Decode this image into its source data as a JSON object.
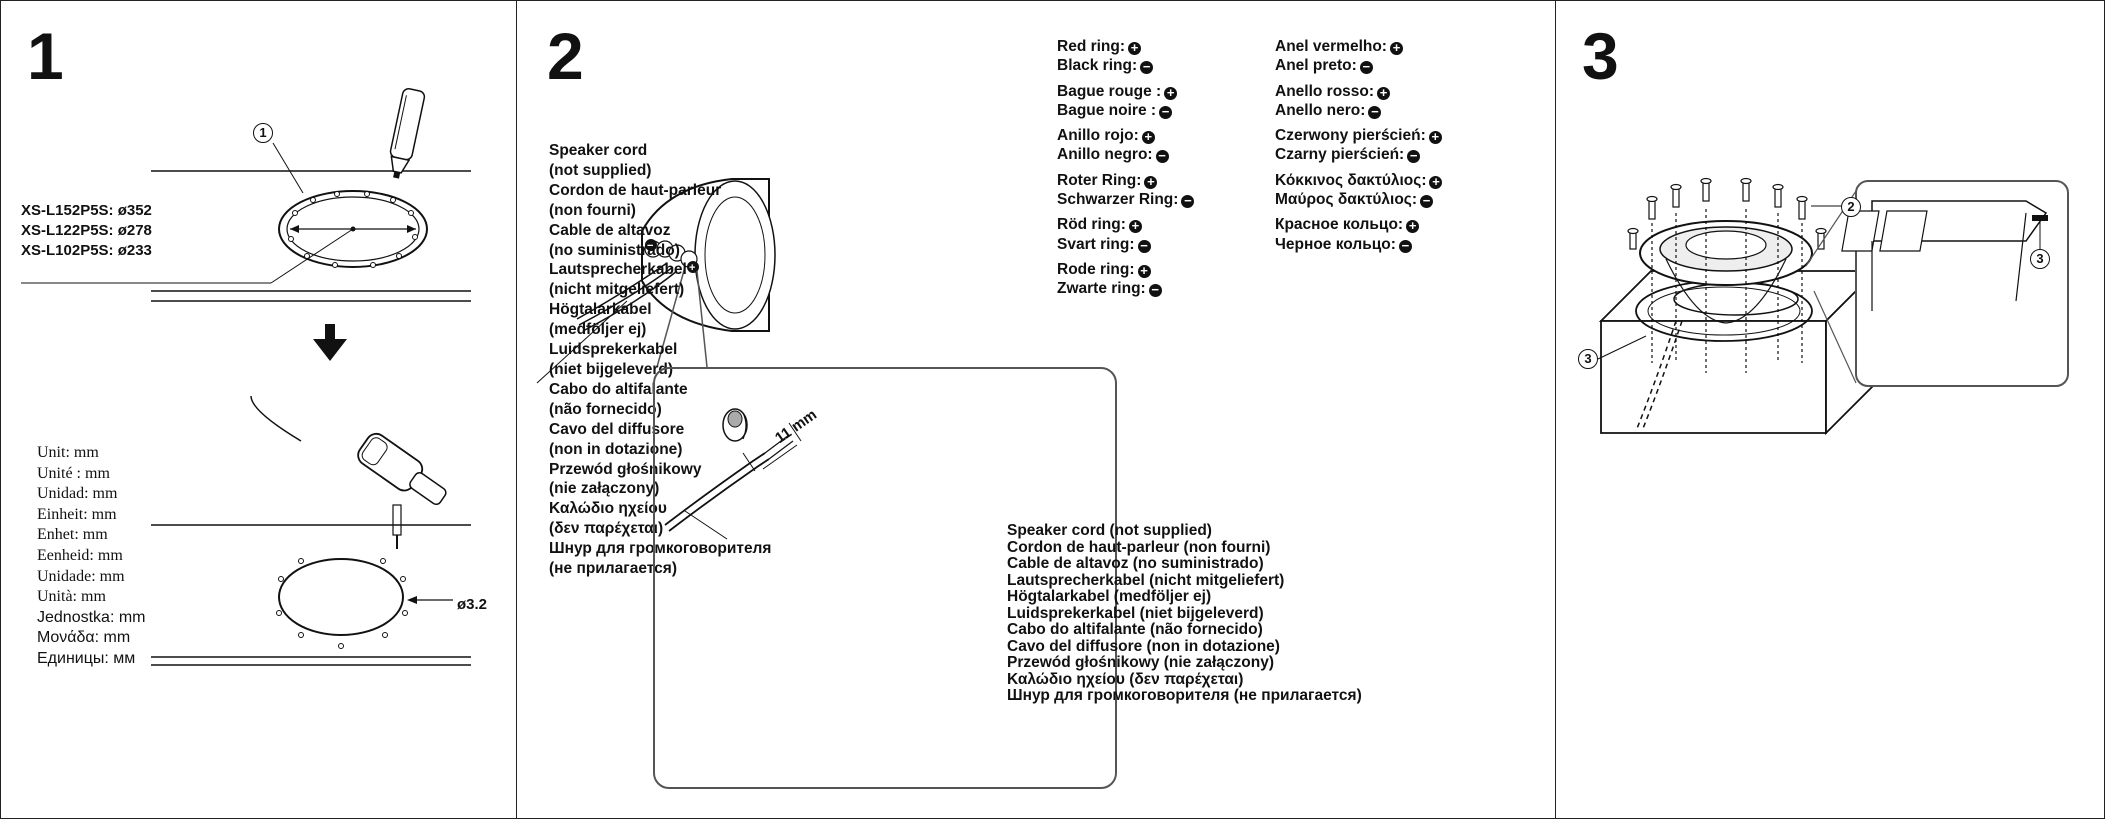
{
  "panel1": {
    "step": "1",
    "callout": "1",
    "models": [
      "XS-L152P5S: ø352",
      "XS-L122P5S: ø278",
      "XS-L102P5S: ø233"
    ],
    "arrow_icon": "down-arrow-icon",
    "units_serif": [
      "Unit: mm",
      "Unité : mm",
      "Unidad: mm",
      "Einheit: mm",
      "Enhet: mm",
      "Eenheid: mm",
      "Unidade: mm",
      "Unità: mm"
    ],
    "units_sans": [
      "Jednostka: mm",
      "Μονάδα: mm",
      "Единицы: мм"
    ],
    "hole_diameter": "ø3.2"
  },
  "panel2": {
    "step": "2",
    "cord_labels": [
      "Speaker cord",
      "(not supplied)",
      "Cordon de haut-parleur",
      "(non fourni)",
      "Cable de altavoz",
      "(no suministrado)",
      "Lautsprecherkabel",
      "(nicht mitgeliefert)",
      "Högtalarkabel",
      "(medföljer ej)",
      "Luidsprekerkabel",
      "(niet bijgeleverd)",
      "Cabo do altifalante",
      "(não fornecido)",
      "Cavo del diffusore",
      "(non in dotazione)",
      "Przewód głośnikowy",
      "(nie załączony)",
      "Καλώδιο ηχείου",
      "(δεν παρέχεται)",
      "Шнур для громкоговорителя",
      "(не прилагается)"
    ],
    "rings_col1": [
      [
        {
          "t": "Red ring:",
          "s": "+"
        },
        {
          "t": "Black ring:",
          "s": "−"
        }
      ],
      [
        {
          "t": "Bague rouge :",
          "s": "+"
        },
        {
          "t": "Bague noire :",
          "s": "−"
        }
      ],
      [
        {
          "t": "Anillo rojo:",
          "s": "+"
        },
        {
          "t": "Anillo negro:",
          "s": "−"
        }
      ],
      [
        {
          "t": "Roter Ring:",
          "s": "+"
        },
        {
          "t": "Schwarzer Ring:",
          "s": "−"
        }
      ],
      [
        {
          "t": "Röd ring:",
          "s": "+"
        },
        {
          "t": "Svart ring:",
          "s": "−"
        }
      ],
      [
        {
          "t": "Rode ring:",
          "s": "+"
        },
        {
          "t": "Zwarte ring:",
          "s": "−"
        }
      ]
    ],
    "rings_col2": [
      [
        {
          "t": "Anel vermelho:",
          "s": "+"
        },
        {
          "t": "Anel preto:",
          "s": "−"
        }
      ],
      [
        {
          "t": "Anello rosso:",
          "s": "+"
        },
        {
          "t": "Anello nero:",
          "s": "−"
        }
      ],
      [
        {
          "t": "Czerwony pierścień:",
          "s": "+"
        },
        {
          "t": "Czarny pierścień:",
          "s": "−"
        }
      ],
      [
        {
          "t": "Κόκκινος δακτύλιος:",
          "s": "+"
        },
        {
          "t": "Μαύρος δακτύλιος:",
          "s": "−"
        }
      ],
      [
        {
          "t": "Красное кольцо:",
          "s": "+"
        },
        {
          "t": "Черное кольцо:",
          "s": "−"
        }
      ]
    ],
    "strip_length": "11 mm",
    "detail_cord_labels": [
      "Speaker cord (not supplied)",
      "Cordon de haut-parleur (non fourni)",
      "Cable de altavoz (no suministrado)",
      "Lautsprecherkabel (nicht mitgeliefert)",
      "Högtalarkabel (medföljer ej)",
      "Luidsprekerkabel (niet bijgeleverd)",
      "Cabo do altifalante (não fornecido)",
      "Cavo del diffusore (non in dotazione)",
      "Przewód głośnikowy (nie załączony)",
      "Καλώδιο ηχείου (δεν παρέχεται)",
      "Шнур для громкоговорителя (не прилагается)"
    ]
  },
  "panel3": {
    "step": "3",
    "callout_screws": "2",
    "callout_gasket_left": "3",
    "callout_gasket_right": "3"
  }
}
